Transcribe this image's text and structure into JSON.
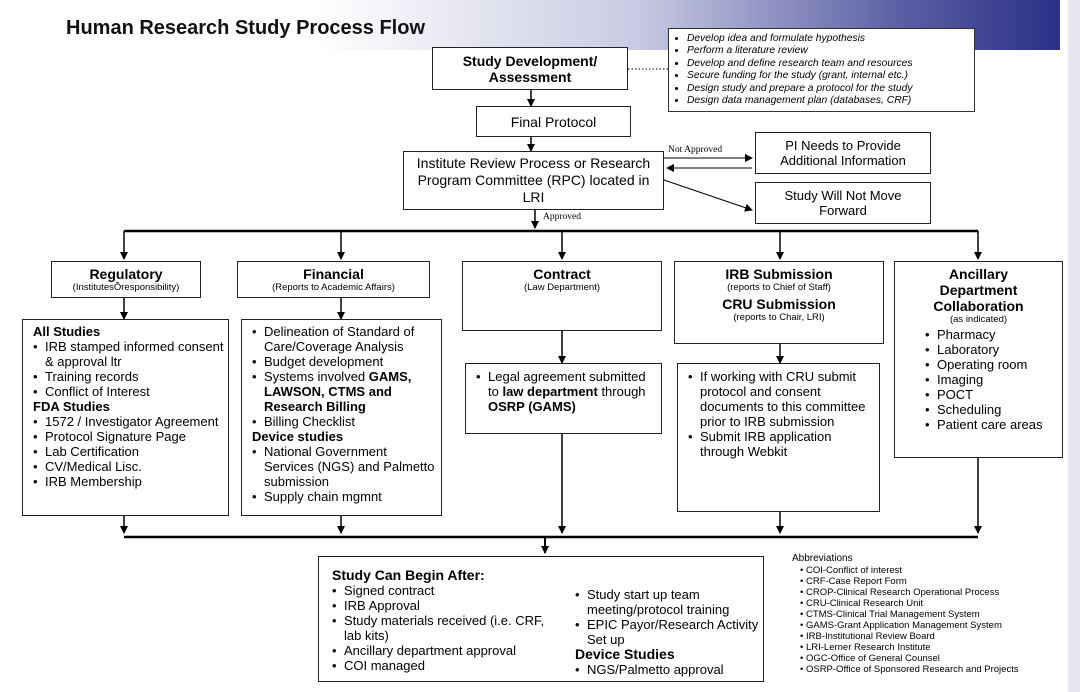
{
  "title": "Human Research Study Process Flow",
  "study_dev": {
    "label": "Study Development/ Assessment"
  },
  "dev_notes": [
    "Develop idea and formulate hypothesis",
    "Perform a literature review",
    "Develop and define research team and resources",
    "Secure funding for the study (grant, internal etc.)",
    "Design study and prepare a protocol for the study",
    "Design data management plan (databases, CRF)"
  ],
  "final_protocol": "Final Protocol",
  "review": "Institute Review Process or Research Program Committee (RPC) located in LRI",
  "not_approved": "Not Approved",
  "approved": "Approved",
  "pi_needs": "PI Needs to Provide Additional Information",
  "will_not_move": "Study Will Not Move Forward",
  "regulatory": {
    "title": "Regulatory",
    "sub": "(InstitutesÕresponsibility)"
  },
  "financial": {
    "title": "Financial",
    "sub": "(Reports to Academic Affairs)"
  },
  "contract": {
    "title": "Contract",
    "sub": "(Law Department)"
  },
  "irb": {
    "title": "IRB Submission",
    "sub": "(reports to Chief of Staff)",
    "title2": "CRU Submission",
    "sub2": "(reports to Chair, LRI)"
  },
  "ancillary": {
    "title": "Ancillary Department Collaboration",
    "sub": "(as indicated)",
    "items": [
      "Pharmacy",
      "Laboratory",
      "Operating room",
      "Imaging",
      "POCT",
      "Scheduling",
      "Patient care areas"
    ]
  },
  "reg_list": {
    "sec1": "All Studies",
    "items1": [
      "IRB stamped informed consent  & approval ltr",
      "Training records",
      "Conflict of Interest"
    ],
    "sec2": "FDA Studies",
    "items2": [
      "1572 / Investigator Agreement",
      "Protocol Signature Page",
      "Lab Certification",
      "CV/Medical Lisc.",
      "IRB Membership"
    ]
  },
  "fin_list": {
    "i1": "Delineation of Standard of Care/Coverage Analysis",
    "i2": "Budget development",
    "i3a": "Systems involved ",
    "i3b": "GAMS, LAWSON, CTMS and Research Billing",
    "i4": "Billing Checklist",
    "sec": "Device studies",
    "i5": "National Government Services (NGS) and Palmetto submission",
    "i6": "Supply chain mgmnt"
  },
  "contract_list": {
    "a": "Legal agreement submitted to ",
    "b": "law department",
    "c": " through ",
    "d": "OSRP (GAMS)"
  },
  "irb_list": [
    "If working with CRU submit protocol and consent documents to this committee prior to IRB submission",
    "Submit IRB application through Webkit"
  ],
  "bottom": {
    "title": "Study Can Begin After:",
    "left": [
      "Signed contract",
      "IRB Approval",
      "Study materials received (i.e. CRF, lab kits)",
      "Ancillary department approval",
      "COI managed"
    ],
    "right": [
      "Study start up team meeting/protocol training",
      "EPIC Payor/Research Activity Set up"
    ],
    "sec": "Device Studies",
    "right2": [
      "NGS/Palmetto approval"
    ]
  },
  "abbreviations": {
    "title": "Abbreviations",
    "items": [
      "COI-Conflict of interest",
      "CRF-Case Report Form",
      "CROP-Clinical Research Operational Process",
      "CRU-Clinical Research Unit",
      "CTMS-Clinical Trial Management System",
      "GAMS-Grant Application Management System",
      "IRB-Institutional Review Board",
      "LRI-Lerner Research Institute",
      "OGC-Office of General Counsel",
      "OSRP-Office of Sponsored Research and Projects"
    ]
  }
}
